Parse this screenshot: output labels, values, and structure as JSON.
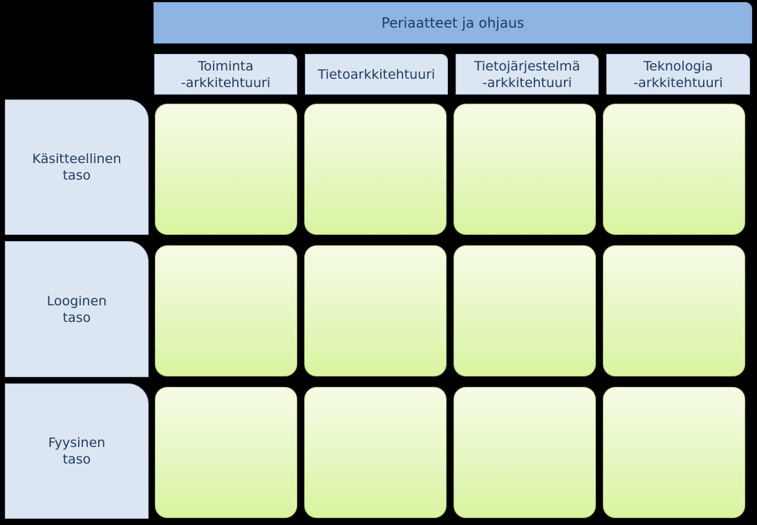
{
  "banner": {
    "label": "Periaatteet ja ohjaus"
  },
  "columns": [
    {
      "label": "Toiminta\n-arkkitehtuuri"
    },
    {
      "label": "Tietoarkkitehtuuri"
    },
    {
      "label": "Tietojärjestelmä\n-arkkitehtuuri"
    },
    {
      "label": "Teknologia\n-arkkitehtuuri"
    }
  ],
  "rows": [
    {
      "label": "Käsitteellinen\ntaso"
    },
    {
      "label": "Looginen\ntaso"
    },
    {
      "label": "Fyysinen\ntaso"
    }
  ],
  "colors": {
    "background": "#000000",
    "banner": "#8eb4e3",
    "header": "#dce6f2",
    "cell_top": "#f6fbe6",
    "cell_bottom": "#d9f49f",
    "text": "#1f3a5f"
  }
}
